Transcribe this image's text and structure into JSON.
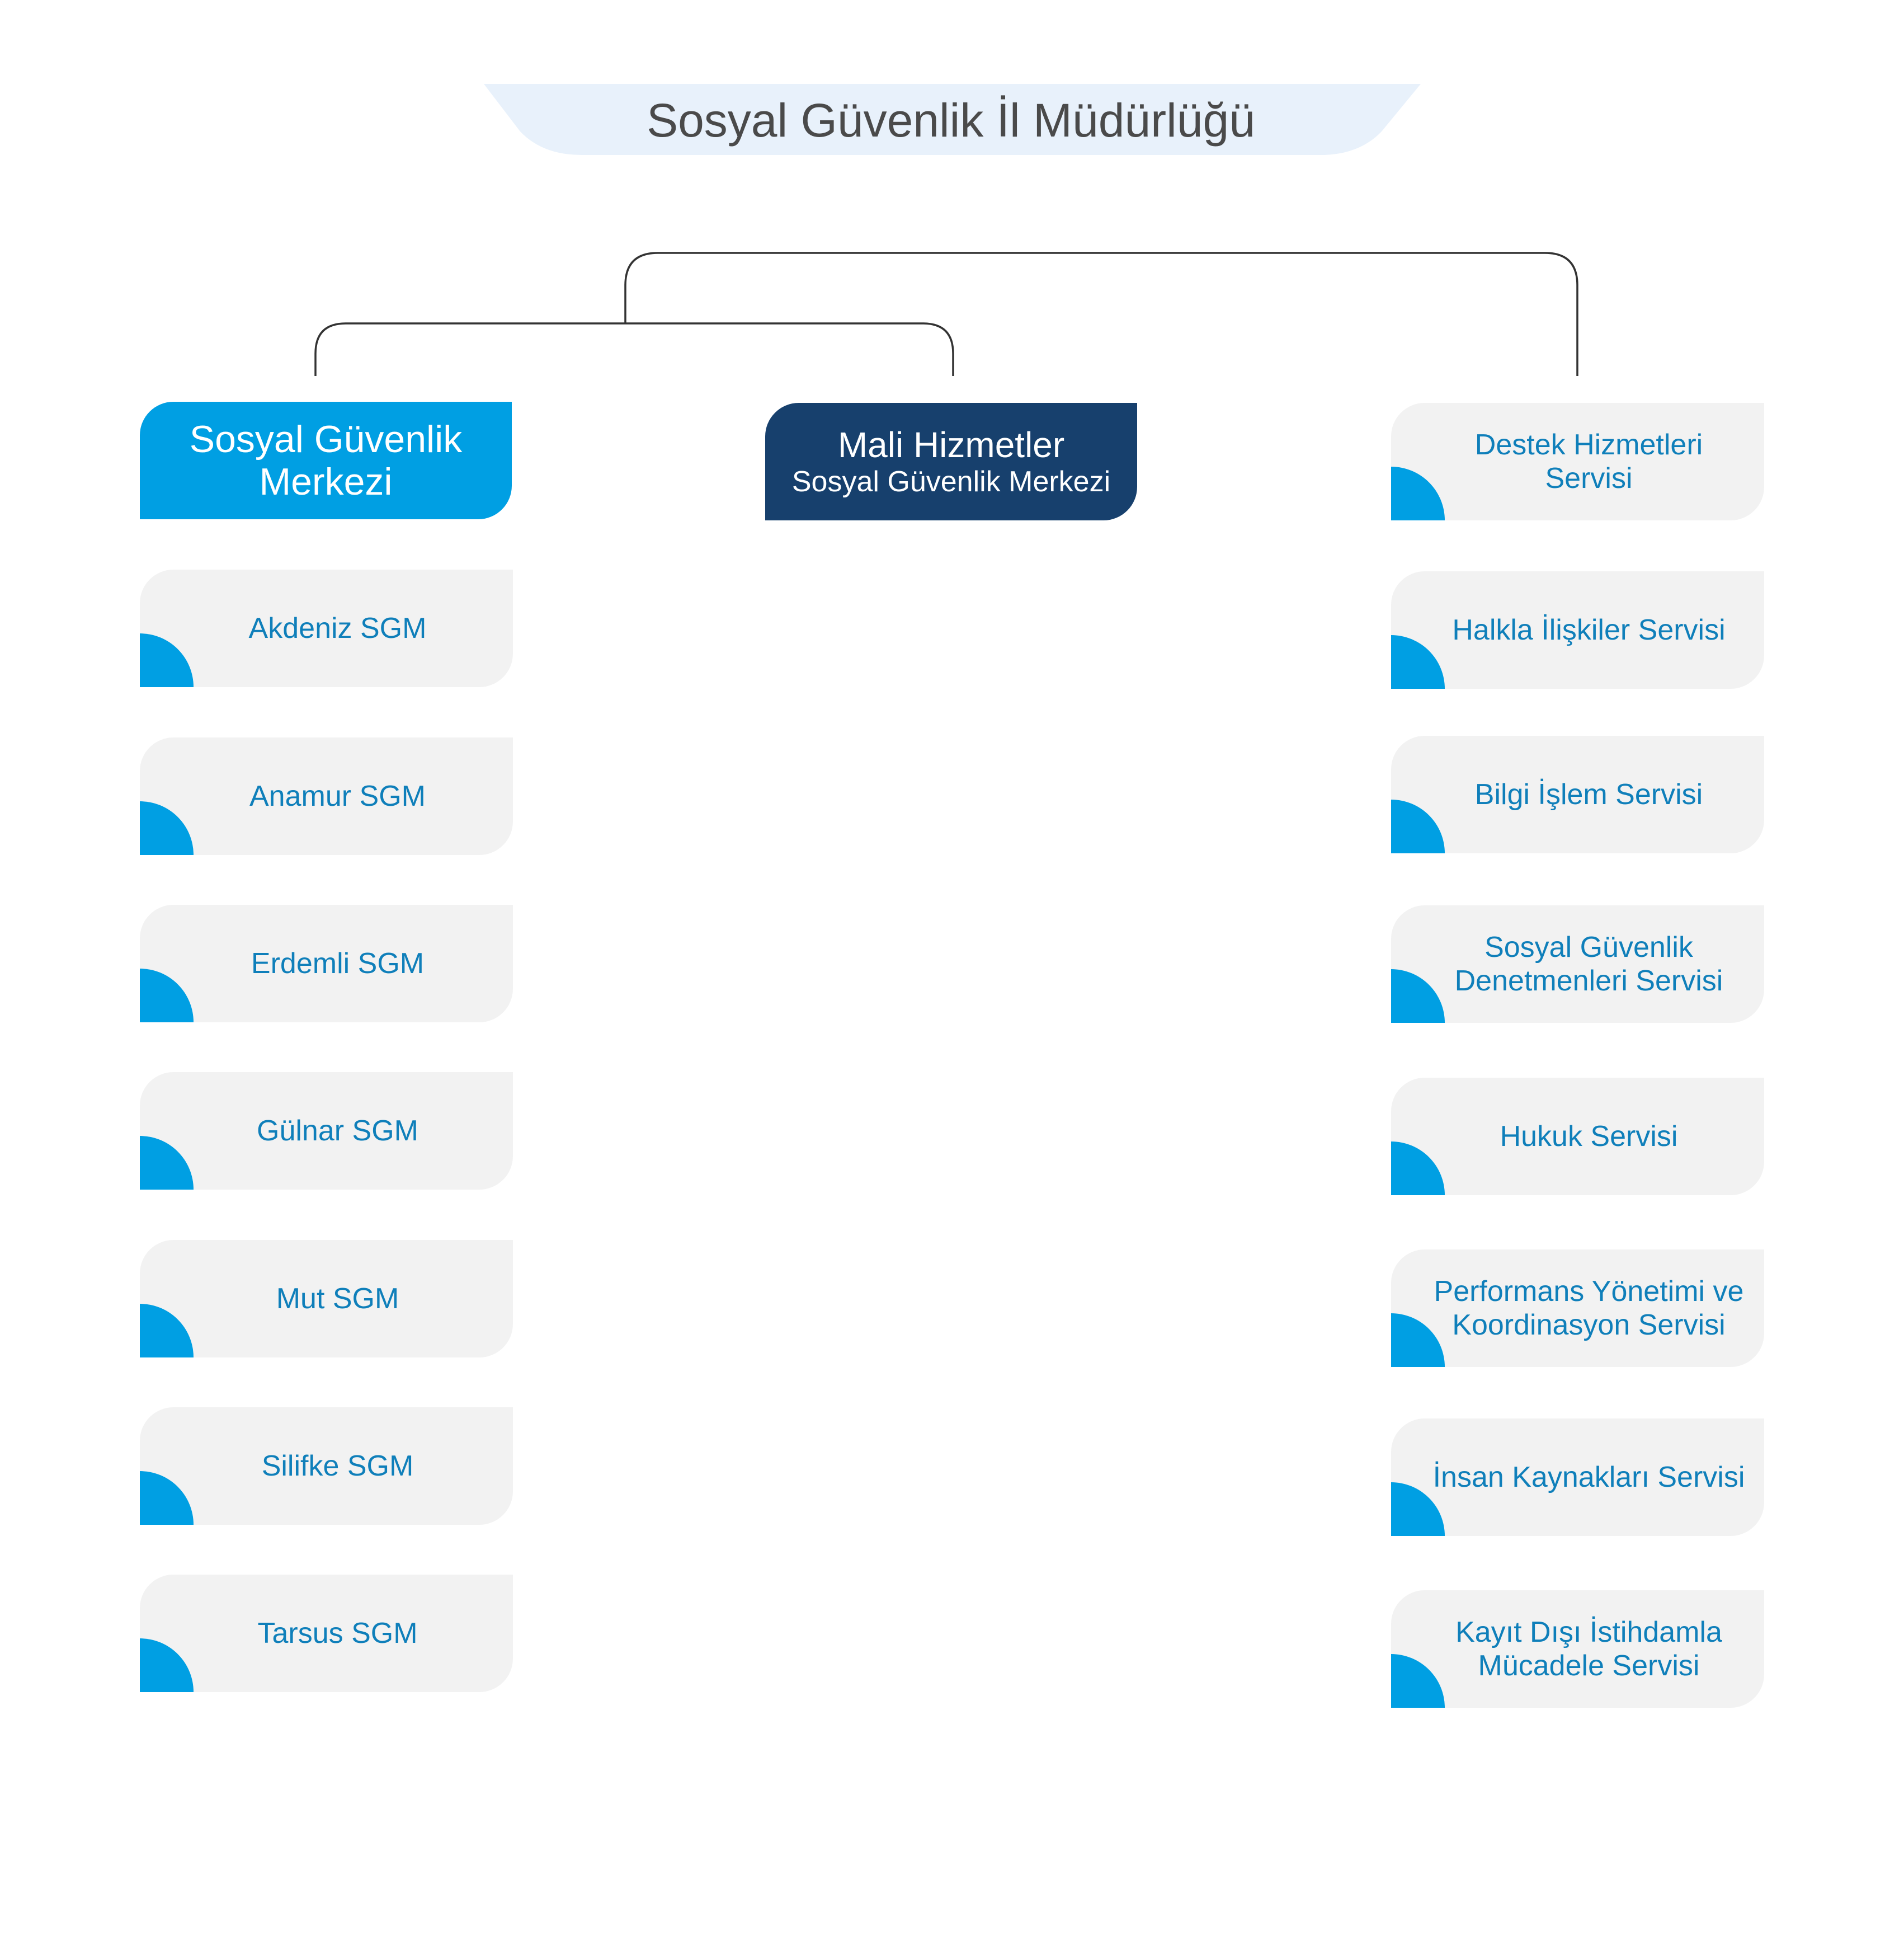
{
  "title": "Sosyal Güvenlik İl Müdürlüğü",
  "branches": {
    "sgm_header": {
      "line1": "Sosyal Güvenlik",
      "line2": "Merkezi"
    },
    "mali_header": {
      "line1": "Mali Hizmetler",
      "line2": "Sosyal Güvenlik Merkezi"
    }
  },
  "sgm_items": [
    "Akdeniz SGM",
    "Anamur SGM",
    "Erdemli SGM",
    "Gülnar SGM",
    "Mut SGM",
    "Silifke SGM",
    "Tarsus SGM"
  ],
  "service_items": [
    "Destek Hizmetleri Servisi",
    "Halkla İlişkiler Servisi",
    "Bilgi İşlem Servisi",
    "Sosyal Güvenlik Denetmenleri Servisi",
    "Hukuk Servisi",
    "Performans Yönetimi ve Koordinasyon Servisi",
    "İnsan Kaynakları Servisi",
    "Kayıt Dışı İstihdamla Mücadele Servisi"
  ],
  "colors": {
    "title_banner": "#e8f1fb",
    "sgm_header": "#009fe3",
    "mali_header": "#17406d",
    "card_bg": "#f2f2f2",
    "card_accent": "#009fe3",
    "card_text": "#0f7fba",
    "connector": "#333333"
  }
}
